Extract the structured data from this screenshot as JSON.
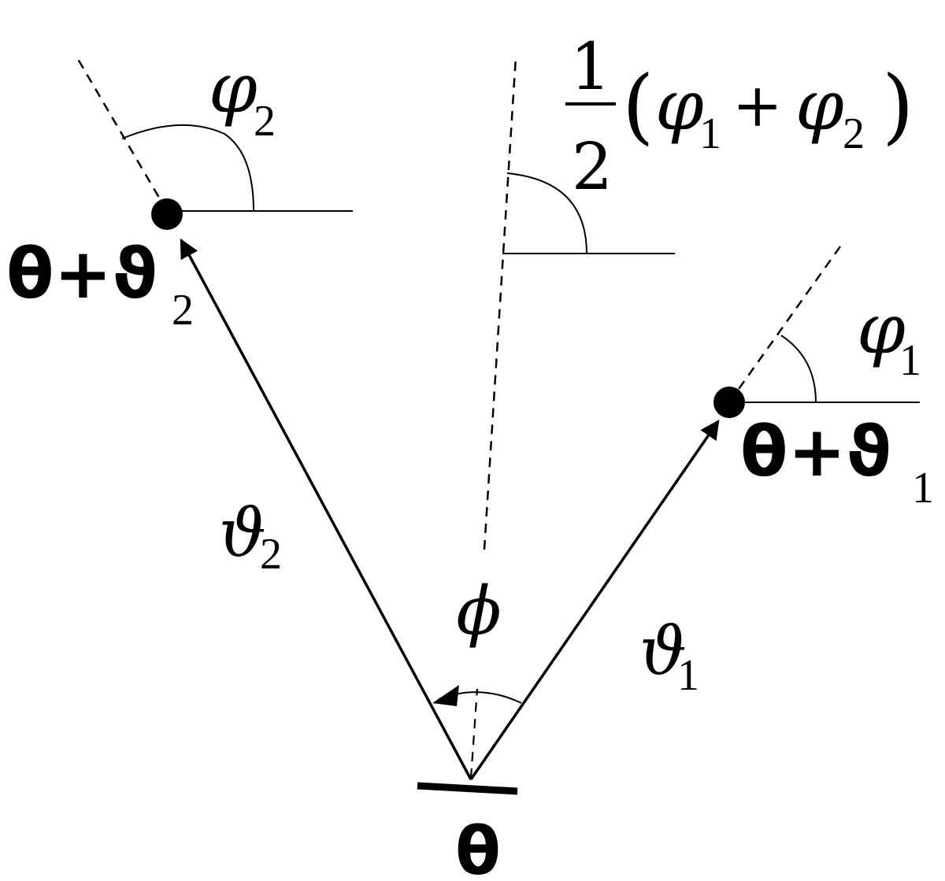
{
  "labels": {
    "theta_base": "θ",
    "left_point": {
      "main": "θ+ϑ",
      "sub": "2"
    },
    "right_point": {
      "main": "θ+ϑ",
      "sub": "1"
    },
    "left_edge": {
      "main": "ϑ",
      "sub": "2"
    },
    "right_edge": {
      "main": "ϑ",
      "sub": "1"
    },
    "phi": "ϕ",
    "phi2": {
      "main": "φ",
      "sub": "2"
    },
    "phi1": {
      "main": "φ",
      "sub": "1"
    },
    "half_sum": {
      "numerator": "1",
      "denominator": "2",
      "open_paren": "(",
      "phi_a": "φ",
      "sub_a": "1",
      "plus": "+",
      "phi_b": "φ",
      "sub_b": "2",
      "close_paren": ")"
    }
  }
}
